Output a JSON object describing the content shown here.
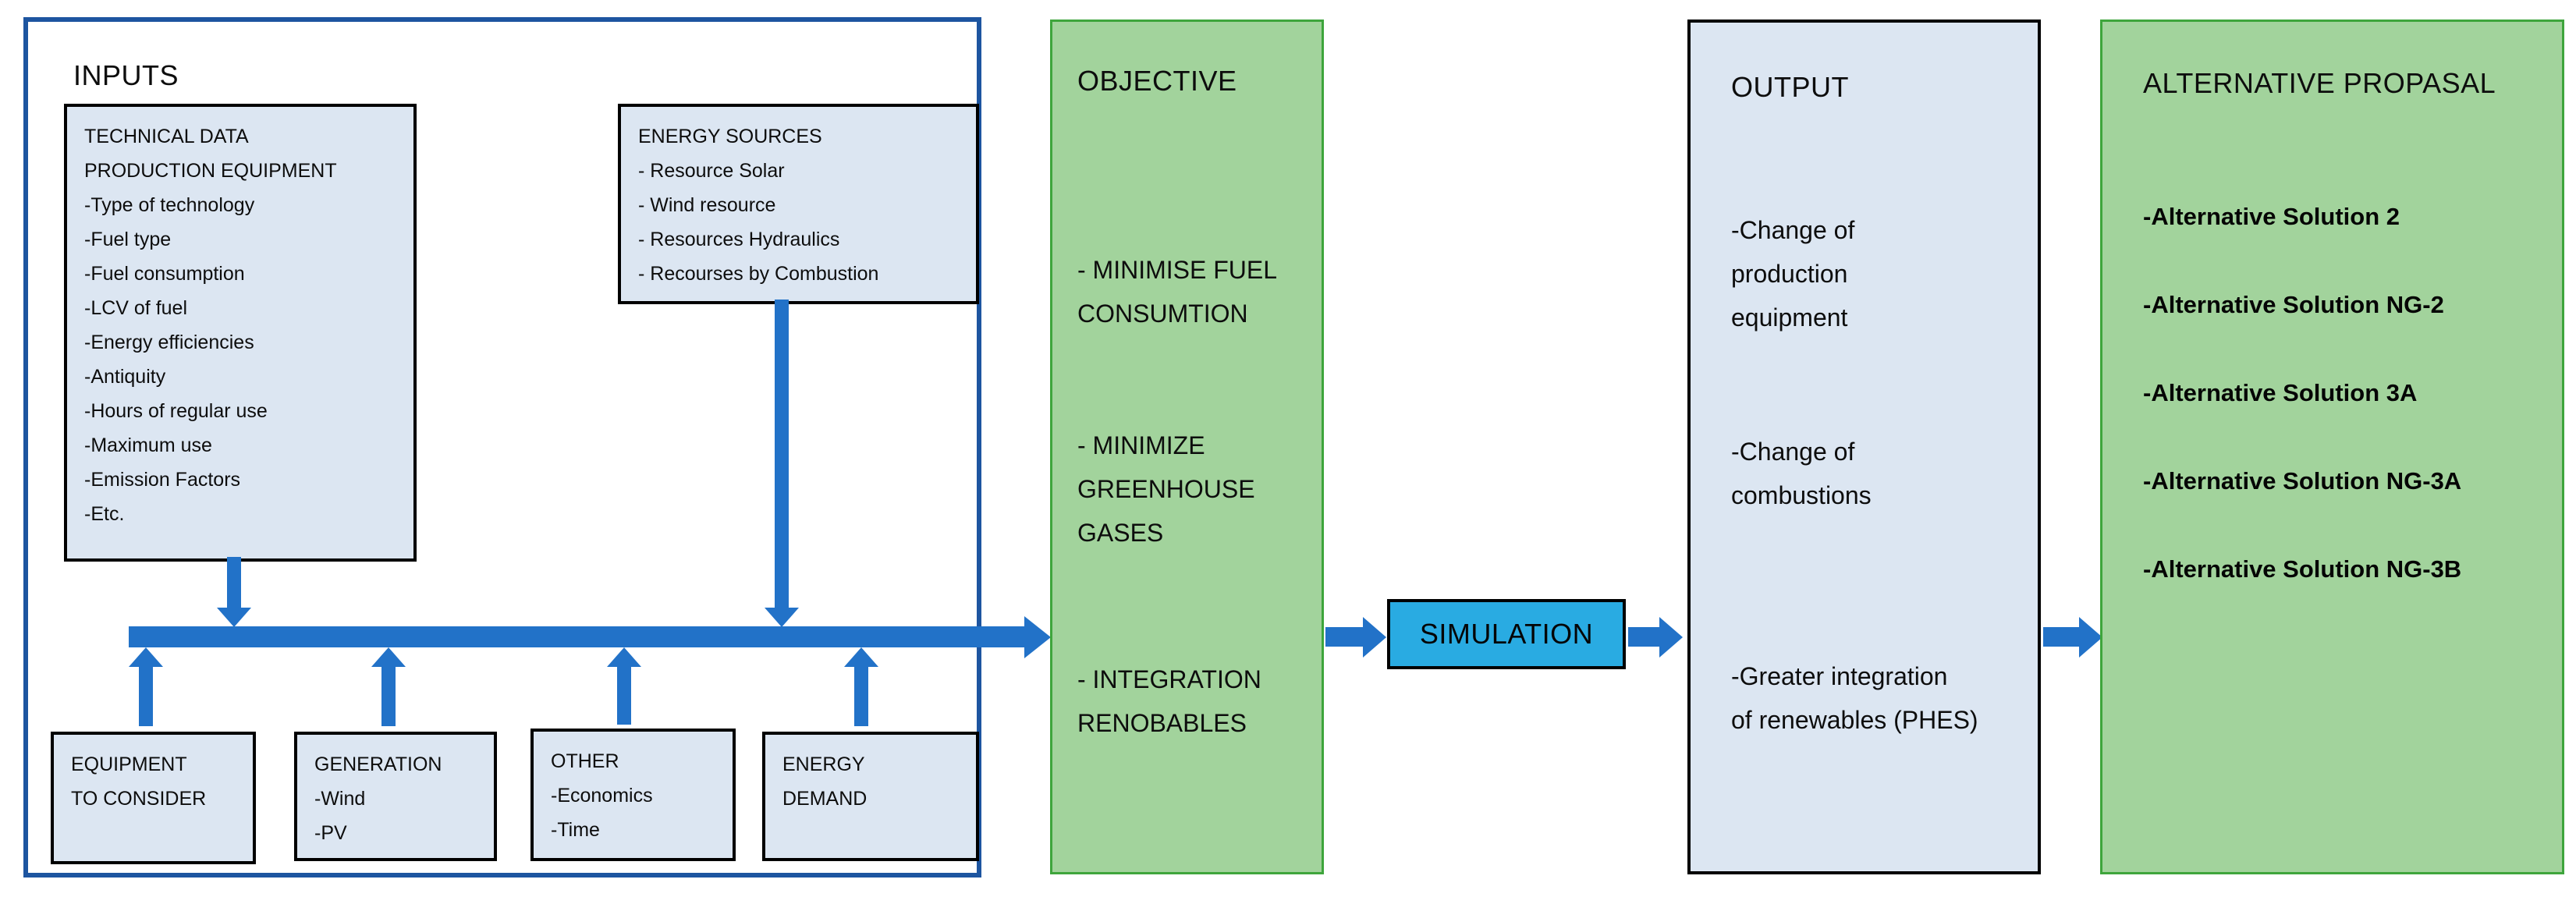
{
  "colors": {
    "inputs_border_blue": "#1d55a0",
    "box_fill_light_blue": "#dce6f2",
    "box_border_black": "#000000",
    "green_fill": "#a2d39c",
    "green_border": "#3ea53c",
    "arrow_blue": "#2272c8",
    "simulation_fill": "#29abe2",
    "text_color": "#111111"
  },
  "inputs": {
    "title": "INPUTS",
    "technical_box": {
      "lines": [
        "TECHNICAL DATA",
        "PRODUCTION EQUIPMENT",
        "-Type of technology",
        "-Fuel type",
        "-Fuel consumption",
        "-LCV of fuel",
        "-Energy efficiencies",
        "-Antiquity",
        "-Hours of regular use",
        "-Maximum use",
        "-Emission Factors",
        "-Etc."
      ]
    },
    "energy_sources_box": {
      "lines": [
        "ENERGY SOURCES",
        "- Resource Solar",
        "- Wind resource",
        "- Resources Hydraulics",
        "- Recourses by Combustion"
      ]
    },
    "equipment_box": {
      "lines": [
        "EQUIPMENT",
        "TO CONSIDER"
      ]
    },
    "generation_box": {
      "lines": [
        "GENERATION",
        "-Wind",
        "-PV"
      ]
    },
    "other_box": {
      "lines": [
        "OTHER",
        "-Economics",
        "-Time"
      ]
    },
    "energy_demand_box": {
      "lines": [
        "ENERGY",
        "DEMAND"
      ]
    }
  },
  "objective": {
    "title": "OBJECTIVE",
    "items": [
      {
        "lines": [
          "- MINIMISE FUEL",
          "CONSUMTION"
        ]
      },
      {
        "lines": [
          "- MINIMIZE",
          "GREENHOUSE",
          "GASES"
        ]
      },
      {
        "lines": [
          "- INTEGRATION",
          "RENOBABLES"
        ]
      }
    ]
  },
  "simulation": {
    "label": "SIMULATION"
  },
  "output": {
    "title": "OUTPUT",
    "items": [
      {
        "lines": [
          "-Change of",
          "production",
          "equipment"
        ]
      },
      {
        "lines": [
          "-Change of",
          "combustions"
        ]
      },
      {
        "lines": [
          "-Greater integration",
          "of renewables (PHES)"
        ]
      }
    ]
  },
  "alternative": {
    "title": "ALTERNATIVE PROPASAL",
    "items": [
      "-Alternative Solution 2",
      "-Alternative Solution NG-2",
      "-Alternative Solution 3A",
      "-Alternative Solution NG-3A",
      "-Alternative Solution NG-3B"
    ]
  }
}
